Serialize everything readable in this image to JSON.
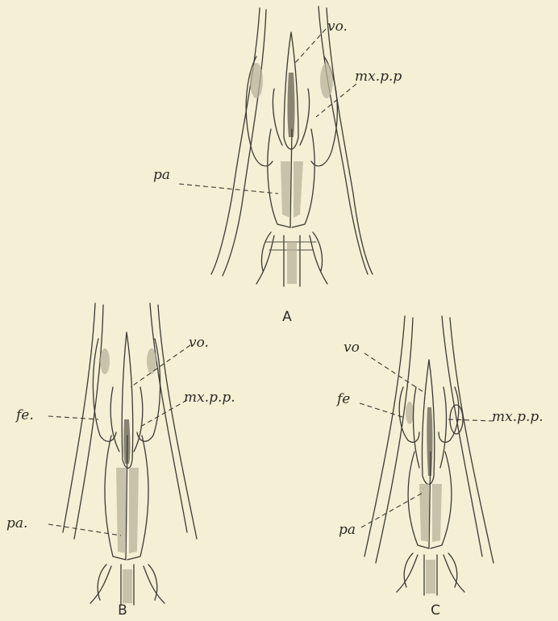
{
  "figures": {
    "A": {
      "caption": "A",
      "labels": {
        "vo": "vo.",
        "mxpp": "mx.p.p",
        "pa": "pa"
      }
    },
    "B": {
      "caption": "B",
      "labels": {
        "vo": "vo.",
        "mxpp": "mx.p.p.",
        "fe": "fe.",
        "pa": "pa."
      }
    },
    "C": {
      "caption": "C",
      "labels": {
        "vo": "vo",
        "mxpp": "mx.p.p.",
        "fe": "fe",
        "pa": "pa"
      }
    }
  }
}
